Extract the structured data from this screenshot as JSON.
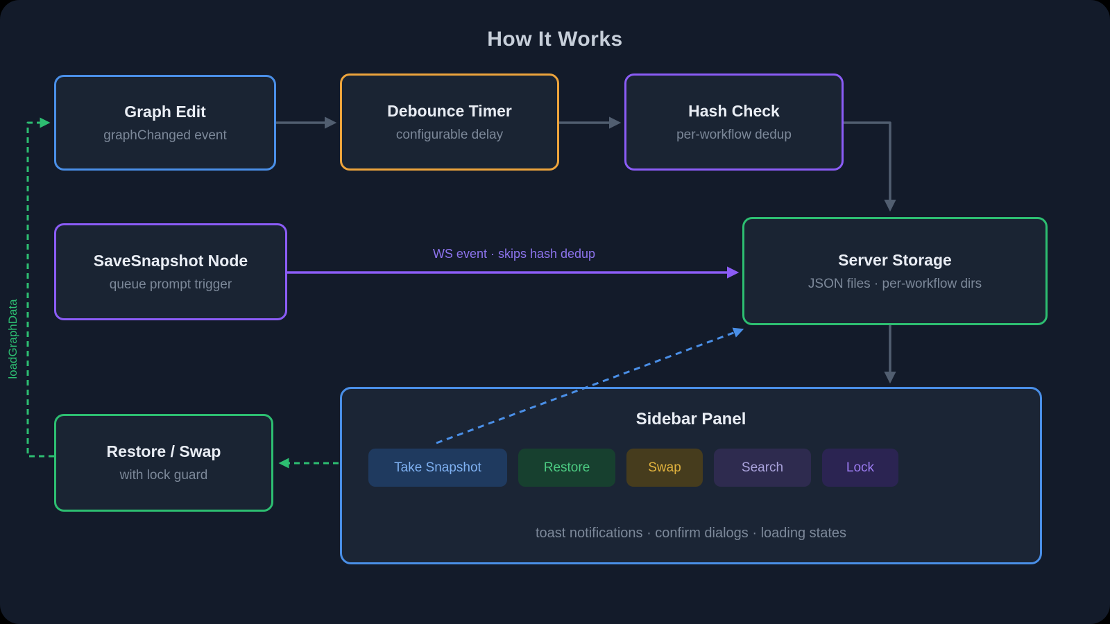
{
  "title": "How It Works",
  "colors": {
    "background": "#131b2a",
    "node_fill": "#1a2433",
    "blue": "#4a8fe7",
    "orange": "#eda43c",
    "purple": "#8b5cf6",
    "green": "#2dbe71",
    "edge_gray": "#515e70"
  },
  "nodes": {
    "graph_edit": {
      "title": "Graph Edit",
      "subtitle": "graphChanged event",
      "accent": "#4a8fe7"
    },
    "debounce_timer": {
      "title": "Debounce Timer",
      "subtitle": "configurable delay",
      "accent": "#eda43c"
    },
    "hash_check": {
      "title": "Hash Check",
      "subtitle": "per-workflow dedup",
      "accent": "#8b5cf6"
    },
    "save_snapshot_node": {
      "title": "SaveSnapshot Node",
      "subtitle": "queue prompt trigger",
      "accent": "#8b5cf6"
    },
    "server_storage": {
      "title": "Server Storage",
      "subtitle": "JSON files · per-workflow dirs",
      "accent": "#2dbe71"
    },
    "restore_swap": {
      "title": "Restore / Swap",
      "subtitle": "with lock guard",
      "accent": "#2dbe71"
    }
  },
  "sidebar": {
    "title": "Sidebar Panel",
    "accent": "#4a8fe7",
    "buttons": [
      {
        "label": "Take Snapshot",
        "bg": "#1f3a5f",
        "fg": "#7fb1f2"
      },
      {
        "label": "Restore",
        "bg": "#17402f",
        "fg": "#4ccb82"
      },
      {
        "label": "Swap",
        "bg": "#463c1d",
        "fg": "#e2b33e"
      },
      {
        "label": "Search",
        "bg": "#2e2b4f",
        "fg": "#aaa3dc"
      },
      {
        "label": "Lock",
        "bg": "#2b2452",
        "fg": "#9b7bf0"
      }
    ],
    "footer": "toast notifications · confirm dialogs · loading states"
  },
  "edges": {
    "ws_event_label": "WS event · skips hash dedup",
    "load_graph_data_label": "loadGraphData"
  }
}
